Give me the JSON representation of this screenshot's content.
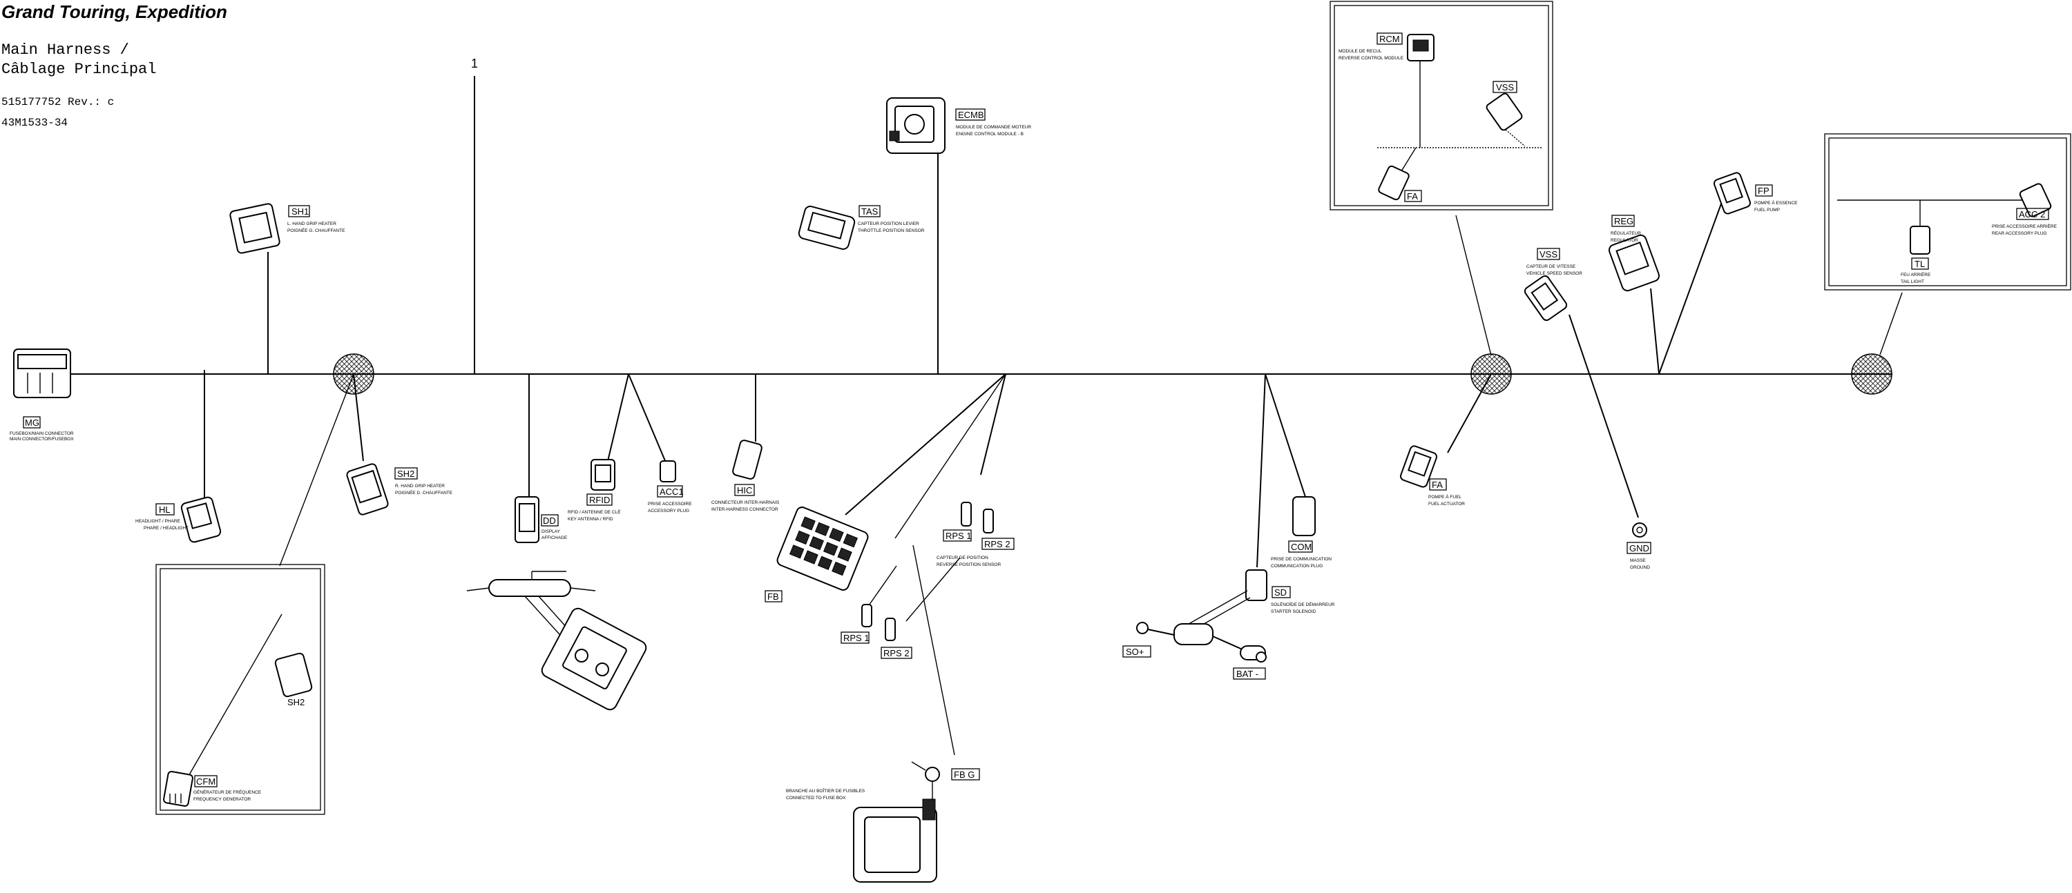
{
  "title": "Grand Touring, Expedition",
  "subtitle": [
    "Main Harness /",
    "Câblage Principal"
  ],
  "part_number": "515177752 Rev.: c",
  "doc_code": "43M1533-34",
  "callout_number": "1",
  "connectors": {
    "MG": {
      "code": "MG",
      "desc": [
        "FUSEBOX/MAIN CONNECTOR",
        "MAIN CONNECTOR/FUSEBOX"
      ]
    },
    "SH1": {
      "code": "SH1",
      "desc": [
        "L. HAND GRIP HEATER",
        "POIGNÉE G. CHAUFFANTE"
      ]
    },
    "HL": {
      "code": "HL",
      "desc": [
        "HEADLIGHT / PHARE",
        "PHARE / HEADLIGHT"
      ]
    },
    "SH2": {
      "code": "SH2",
      "desc": [
        "R. HAND GRIP HEATER",
        "POIGNÉE D. CHAUFFANTE"
      ]
    },
    "SH2_inset": {
      "code": "SH2"
    },
    "CFM": {
      "code": "CFM",
      "desc": [
        "GÉNÉRATEUR DE FRÉQUENCE",
        "FREQUENCY GENERATOR"
      ]
    },
    "DD": {
      "code": "DD",
      "desc": [
        "DISPLAY",
        "AFFICHAGE"
      ]
    },
    "RFID": {
      "code": "RFID",
      "desc": [
        "RFID / ANTENNE DE CLÉ",
        "KEY ANTENNA / RFID"
      ]
    },
    "ACC1": {
      "code": "ACC1",
      "desc": [
        "PRISE ACCESSOIRE",
        "ACCESSORY PLUG"
      ]
    },
    "HIC": {
      "code": "HIC",
      "desc": [
        "CONNECTEUR INTER-HARNAIS",
        "INTER-HARNESS CONNECTOR"
      ]
    },
    "TAS": {
      "code": "TAS",
      "desc": [
        "CAPTEUR POSITION LEVIER",
        "THROTTLE POSITION SENSOR"
      ]
    },
    "ECMB": {
      "code": "ECMB",
      "desc": [
        "MODULE DE COMMANDE MOTEUR",
        "ENGINE CONTROL MODULE - B"
      ]
    },
    "FB": {
      "code": "FB"
    },
    "RPS1_a": {
      "code": "RPS 1"
    },
    "RPS2_a": {
      "code": "RPS 2",
      "desc": [
        "CAPTEUR DE POSITION",
        "REVERSE POSITION SENSOR"
      ]
    },
    "RPS1_b": {
      "code": "RPS 1"
    },
    "RPS2_b": {
      "code": "RPS 2"
    },
    "FB_G": {
      "code": "FB G",
      "desc": [
        "BRANCHE AU BOÎTIER DE FUSIBLES",
        "CONNECTED TO FUSE BOX"
      ]
    },
    "COM": {
      "code": "COM",
      "desc": [
        "PRISE DE COMMUNICATION",
        "COMMUNICATION PLUG"
      ]
    },
    "SD": {
      "code": "SD",
      "desc": [
        "SOLÉNOÏDE DE DÉMARREUR",
        "STARTER SOLENOID"
      ]
    },
    "SO_plus": {
      "code": "SO+"
    },
    "BAT_minus": {
      "code": "BAT -"
    },
    "RCM": {
      "code": "RCM",
      "desc": [
        "MODULE DE RECUL",
        "REVERSE CONTROL MODULE"
      ]
    },
    "VSS_inset": {
      "code": "VSS"
    },
    "FA_inset": {
      "code": "FA"
    },
    "FA": {
      "code": "FA",
      "desc": [
        "POMPE À FUEL",
        "FUEL ACTUATOR"
      ]
    },
    "VSS": {
      "code": "VSS",
      "desc": [
        "CAPTEUR DE VITESSE",
        "VEHICLE SPEED SENSOR"
      ]
    },
    "REG": {
      "code": "REG",
      "desc": [
        "RÉGULATEUR",
        "REGULATOR"
      ]
    },
    "GND": {
      "code": "GND",
      "desc": [
        "MASSE",
        "GROUND"
      ]
    },
    "FP": {
      "code": "FP",
      "desc": [
        "POMPE À ESSENCE",
        "FUEL PUMP"
      ]
    },
    "ACC2": {
      "code": "ACC 2",
      "desc": [
        "PRISE ACCESSOIRE ARRIÈRE",
        "REAR ACCESSORY PLUG"
      ]
    },
    "TL": {
      "code": "TL",
      "desc": [
        "FEU ARRIÈRE",
        "TAIL LIGHT"
      ]
    }
  }
}
